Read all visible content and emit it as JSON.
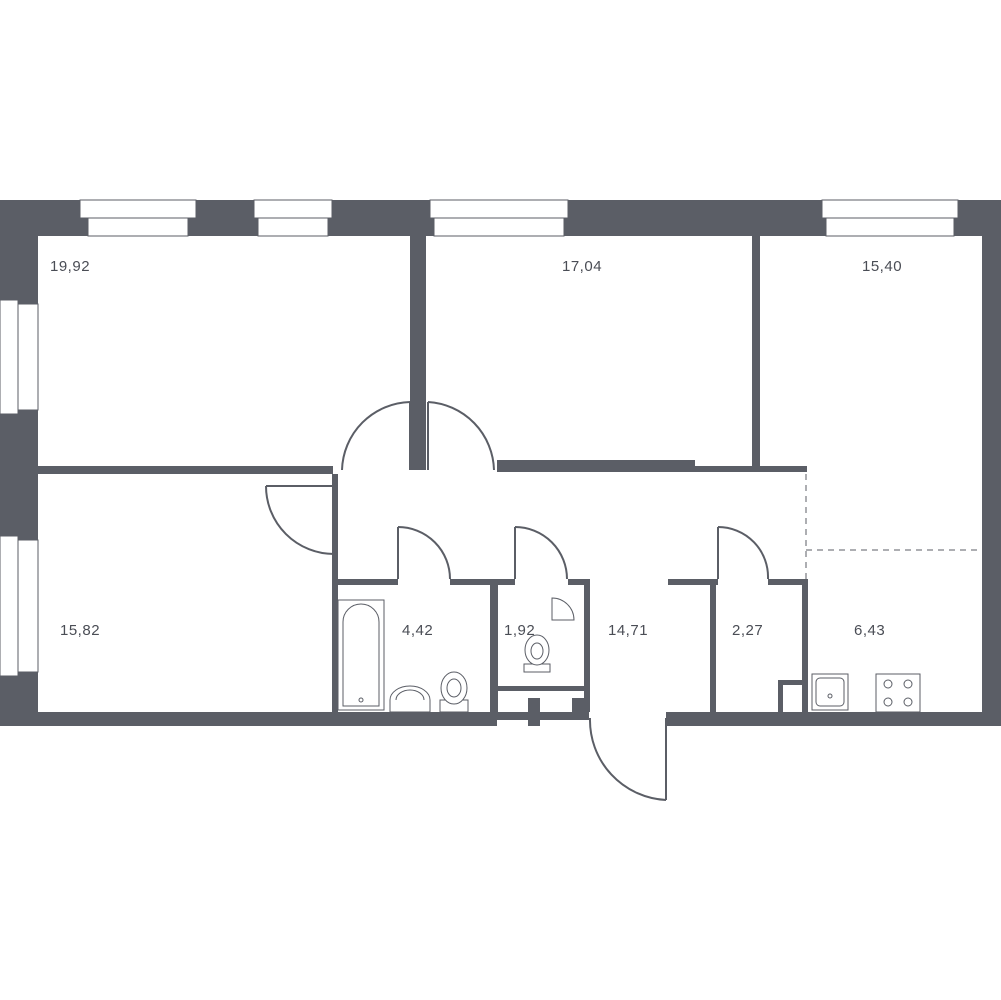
{
  "rooms": [
    {
      "id": "bedroom-top-left",
      "area": "19,92"
    },
    {
      "id": "bedroom-top-middle",
      "area": "17,04"
    },
    {
      "id": "bedroom-top-right",
      "area": "15,40"
    },
    {
      "id": "bedroom-bottom-left",
      "area": "15,82"
    },
    {
      "id": "bathroom",
      "area": "4,42"
    },
    {
      "id": "toilet",
      "area": "1,92"
    },
    {
      "id": "hallway",
      "area": "14,71"
    },
    {
      "id": "storage",
      "area": "2,27"
    },
    {
      "id": "kitchen",
      "area": "6,43"
    }
  ],
  "colors": {
    "wall": "#5b5e66",
    "background": "#ffffff"
  }
}
